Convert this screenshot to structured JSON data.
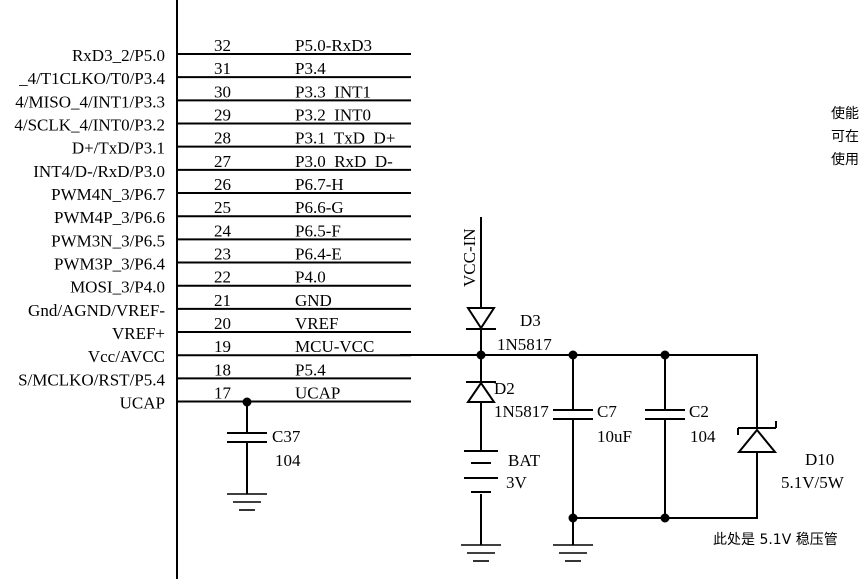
{
  "pins": [
    {
      "num": "32",
      "name": "P5.0-RxD3",
      "func": "RxD3_2/P5.0"
    },
    {
      "num": "31",
      "name": "P3.4",
      "func": "_4/T1CLKO/T0/P3.4"
    },
    {
      "num": "30",
      "name": "P3.3  INT1",
      "func": "4/MISO_4/INT1/P3.3"
    },
    {
      "num": "29",
      "name": "P3.2  INT0",
      "func": "4/SCLK_4/INT0/P3.2"
    },
    {
      "num": "28",
      "name": "P3.1  TxD  D+",
      "func": "D+/TxD/P3.1"
    },
    {
      "num": "27",
      "name": "P3.0  RxD  D-",
      "func": "INT4/D-/RxD/P3.0"
    },
    {
      "num": "26",
      "name": "P6.7-H",
      "func": "PWM4N_3/P6.7"
    },
    {
      "num": "25",
      "name": "P6.6-G",
      "func": "PWM4P_3/P6.6"
    },
    {
      "num": "24",
      "name": "P6.5-F",
      "func": "PWM3N_3/P6.5"
    },
    {
      "num": "23",
      "name": "P6.4-E",
      "func": "PWM3P_3/P6.4"
    },
    {
      "num": "22",
      "name": "P4.0",
      "func": "MOSI_3/P4.0"
    },
    {
      "num": "21",
      "name": "GND",
      "func": "Gnd/AGND/VREF-"
    },
    {
      "num": "20",
      "name": "VREF",
      "func": "VREF+"
    },
    {
      "num": "19",
      "name": "MCU-VCC",
      "func": "Vcc/AVCC"
    },
    {
      "num": "18",
      "name": "P5.4",
      "func": "S/MCLKO/RST/P5.4"
    },
    {
      "num": "17",
      "name": "UCAP",
      "func": "UCAP"
    }
  ],
  "components": {
    "c37": {
      "ref": "C37",
      "value": "104"
    },
    "d3": {
      "ref": "D3",
      "value": "1N5817"
    },
    "d2": {
      "ref": "D2",
      "value": "1N5817"
    },
    "bat": {
      "ref": "BAT",
      "value": "3V"
    },
    "c7": {
      "ref": "C7",
      "value": "10uF"
    },
    "c2": {
      "ref": "C2",
      "value": "104"
    },
    "d10": {
      "ref": "D10",
      "value": "5.1V/5W"
    }
  },
  "net_labels": {
    "vcc_in": "VCC-IN"
  },
  "notes": {
    "right_edge": [
      "使能",
      "可在",
      "使用"
    ],
    "zener_note": "此处是 5.1V 稳压管"
  }
}
